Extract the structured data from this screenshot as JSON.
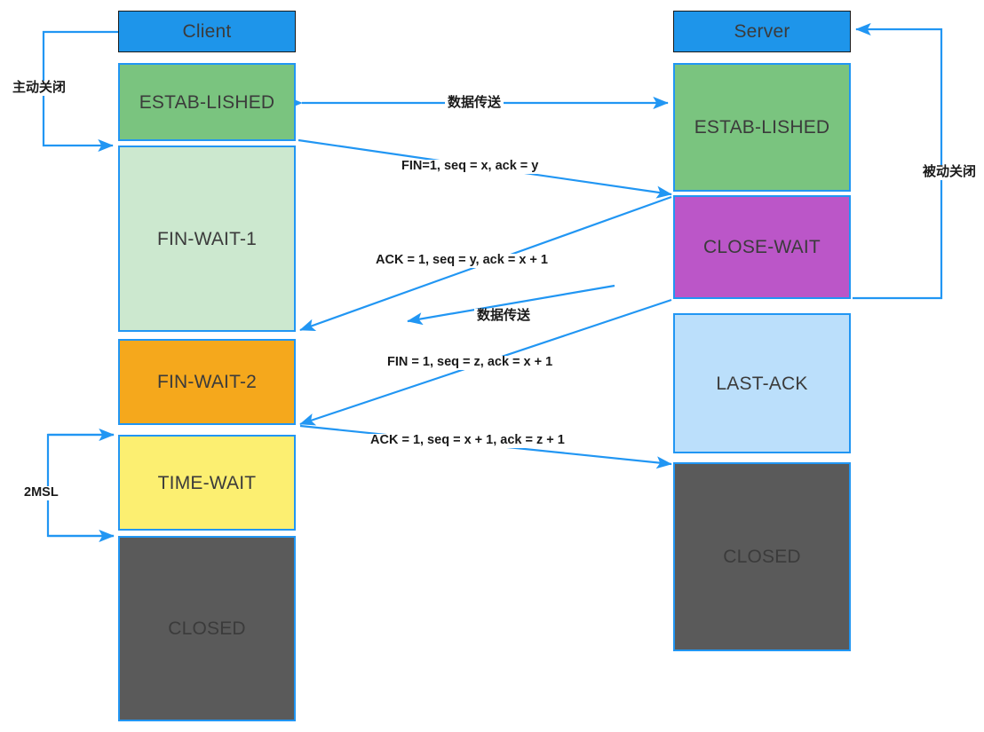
{
  "diagram": {
    "title": "TCP four-way handshake connection termination",
    "colors": {
      "header_fill": "#1e95ea",
      "established_fill": "#7ac47f",
      "fin_wait_1_fill": "#cce8cf",
      "fin_wait_2_fill": "#f5a81c",
      "time_wait_fill": "#fcef71",
      "closed_fill": "#5a5a5a",
      "close_wait_fill": "#bb56c8",
      "last_ack_fill": "#bbdffb",
      "stroke": "#2196f3",
      "header_stroke": "#1a1a1a",
      "text": "#3b3b3b",
      "label_text": "#1a1a1a"
    },
    "client": {
      "header": "Client",
      "states": [
        {
          "id": "client-established",
          "label": "ESTAB-LISHED"
        },
        {
          "id": "client-fin-wait-1",
          "label": "FIN-WAIT-1"
        },
        {
          "id": "client-fin-wait-2",
          "label": "FIN-WAIT-2"
        },
        {
          "id": "client-time-wait",
          "label": "TIME-WAIT"
        },
        {
          "id": "client-closed",
          "label": "CLOSED"
        }
      ]
    },
    "server": {
      "header": "Server",
      "states": [
        {
          "id": "server-established",
          "label": "ESTAB-LISHED"
        },
        {
          "id": "server-close-wait",
          "label": "CLOSE-WAIT"
        },
        {
          "id": "server-last-ack",
          "label": "LAST-ACK"
        },
        {
          "id": "server-closed",
          "label": "CLOSED"
        }
      ]
    },
    "annotations": {
      "active_close": "主动关闭",
      "passive_close": "被动关闭",
      "two_msl": "2MSL"
    },
    "messages": [
      {
        "id": "data-transfer-top",
        "text": "数据传送"
      },
      {
        "id": "fin-seq-x",
        "text": "FIN=1, seq = x, ack = y"
      },
      {
        "id": "ack-seq-y",
        "text": "ACK = 1, seq = y, ack = x + 1"
      },
      {
        "id": "data-transfer-bottom",
        "text": "数据传送"
      },
      {
        "id": "fin-seq-z",
        "text": "FIN = 1, seq = z, ack = x + 1"
      },
      {
        "id": "ack-seq-x1",
        "text": "ACK = 1, seq = x + 1, ack = z + 1"
      }
    ]
  }
}
